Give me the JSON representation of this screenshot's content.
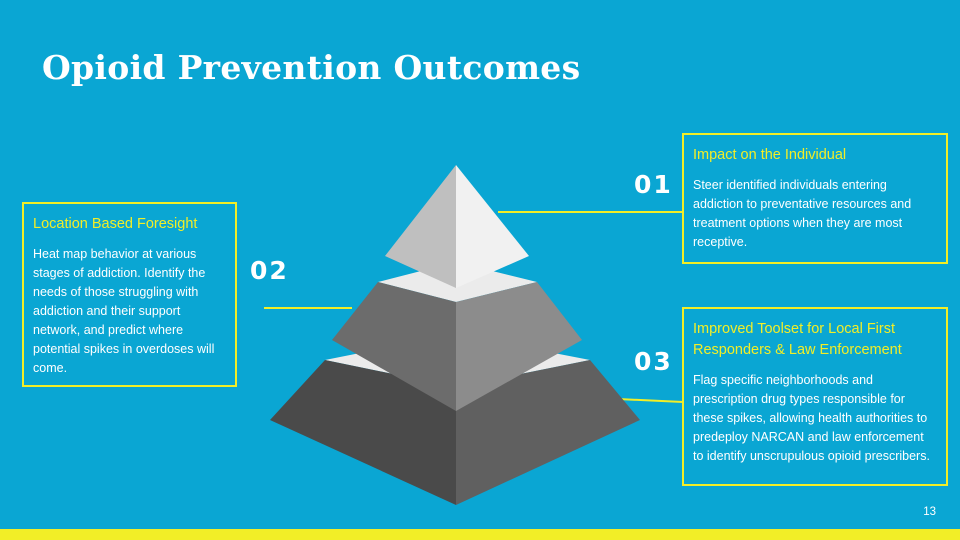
{
  "slide": {
    "title": "Opioid Prevention Outcomes",
    "page_number": "13"
  },
  "tiers": [
    {
      "number": "01",
      "title": "Impact  on  the Individual",
      "body": "Steer identified individuals  entering addiction to preventative resources and treatment options when they are most receptive."
    },
    {
      "number": "02",
      "title": "Location Based Foresight",
      "body": "Heat map behavior  at various  stages of addiction. Identify the needs of those struggling  with  addiction and their support network, and predict  where potential spikes in overdoses will come."
    },
    {
      "number": "03",
      "title": "Improved Toolset for Local First Responders & Law Enforcement",
      "body": "Flag specific neighborhoods and prescription  drug types responsible for these spikes, allowing  health authorities  to predeploy NARCAN and law  enforcement to identify unscrupulous opioid prescribers."
    }
  ],
  "colors": {
    "background": "#0aa6d3",
    "accent": "#f2ee27",
    "text": "#ffffff"
  }
}
